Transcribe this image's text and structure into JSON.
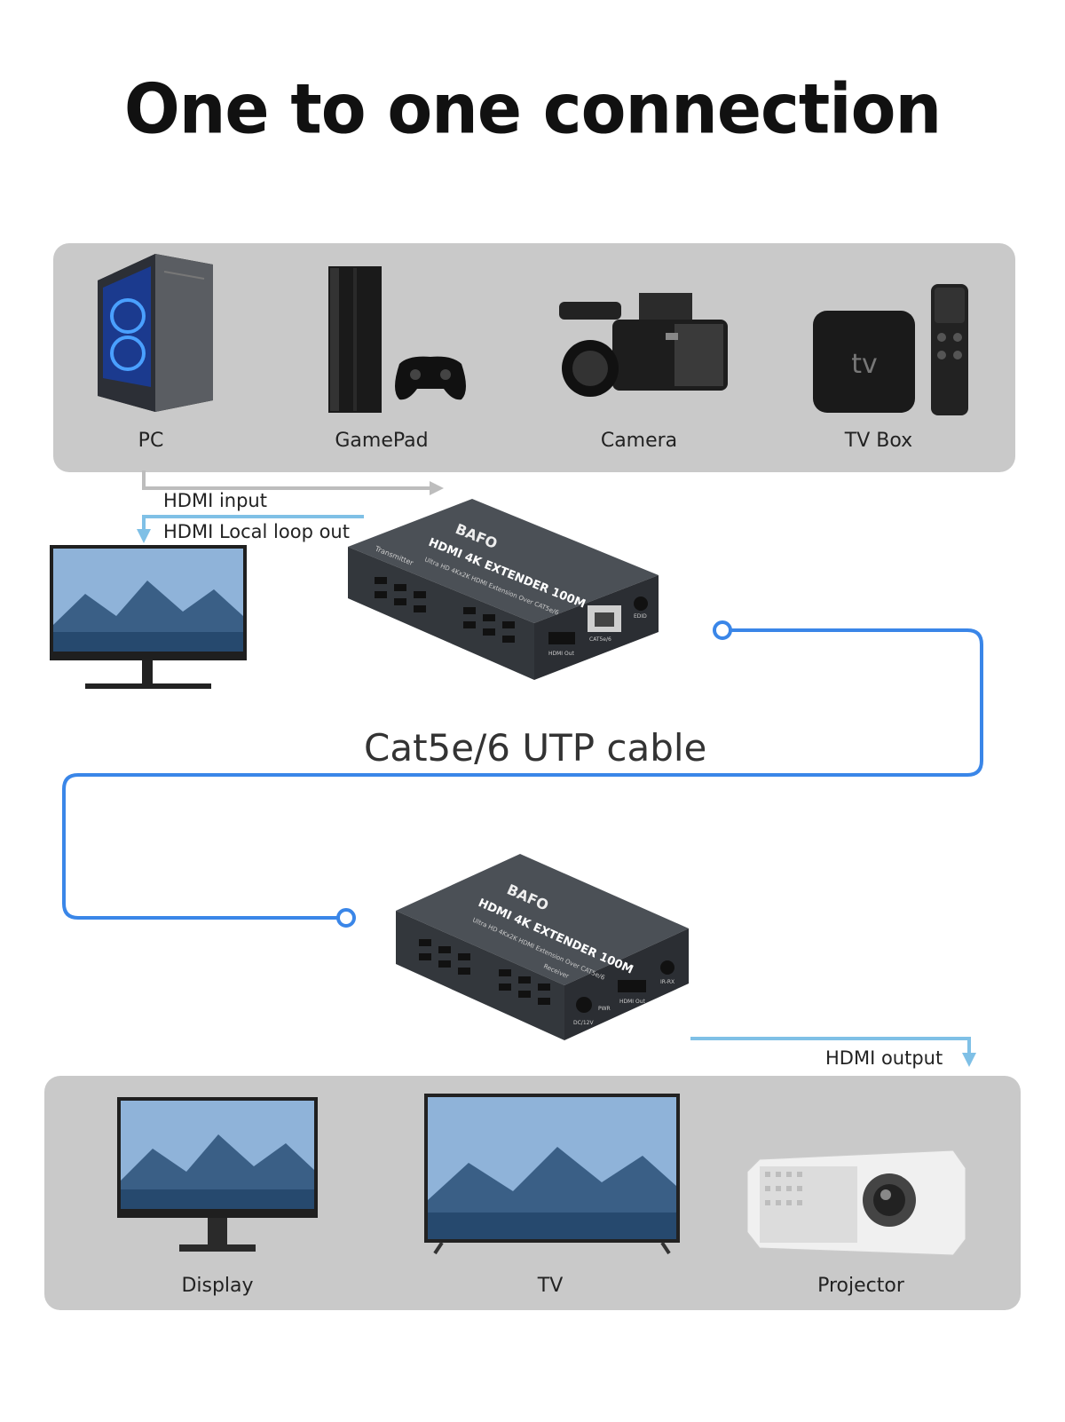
{
  "title": "One to one connection",
  "sources": [
    {
      "label": "PC",
      "icon": "pc-tower-icon"
    },
    {
      "label": "GamePad",
      "icon": "game-console-icon"
    },
    {
      "label": "Camera",
      "icon": "video-camera-icon"
    },
    {
      "label": "TV Box",
      "icon": "tv-box-icon"
    }
  ],
  "tvbox_logo": "tv",
  "hdmi_input": "HDMI input",
  "loop_out": "HDMI Local loop out",
  "cable_label": "Cat5e/6 UTP cable",
  "hdmi_output": "HDMI output",
  "transmitter": {
    "brand": "BAFO",
    "model": "HDMI 4K EXTENDER 100M",
    "subtitle": "Ultra HD 4Kx2K HDMI Extension Over CAT5e/6",
    "side": "Transmitter",
    "ports": [
      "HDMI Out",
      "CAT5e/6",
      "EDID"
    ]
  },
  "receiver": {
    "brand": "BAFO",
    "model": "HDMI 4K EXTENDER 100M",
    "subtitle": "Ultra HD 4Kx2K HDMI Extension Over CAT5e/6",
    "side": "Receiver",
    "ports": [
      "DC/12V",
      "PWR",
      "HDMI Out",
      "IR-RX"
    ]
  },
  "outputs": [
    {
      "label": "Display",
      "icon": "display-monitor-icon"
    },
    {
      "label": "TV",
      "icon": "television-icon"
    },
    {
      "label": "Projector",
      "icon": "projector-icon"
    }
  ],
  "colors": {
    "panel": "#c9c9c9",
    "cable": "#3a86e8",
    "arrow_gray": "#bdbdbd",
    "arrow_blue": "#7fc0e6",
    "device": "#3d4248"
  }
}
